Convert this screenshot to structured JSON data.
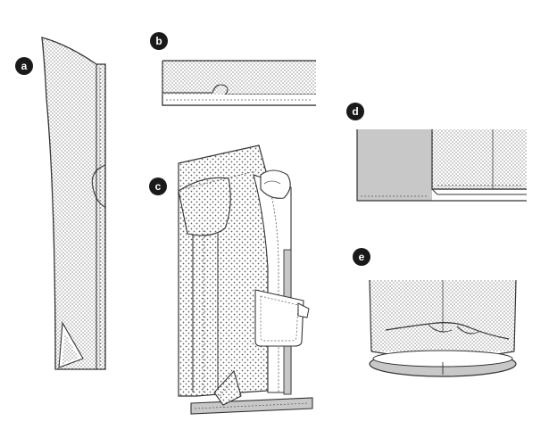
{
  "figure": {
    "background_color": "#ffffff",
    "ink_color": "#333333",
    "fabric_dot_color": "#6a6a6a",
    "shadow_fill_color": "#c8c8c8",
    "badge_color": "#1a1a1a",
    "panels": [
      {
        "id": "a",
        "badge": "a"
      },
      {
        "id": "b",
        "badge": "b"
      },
      {
        "id": "c",
        "badge": "c"
      },
      {
        "id": "d",
        "badge": "d"
      },
      {
        "id": "e",
        "badge": "e"
      }
    ]
  }
}
